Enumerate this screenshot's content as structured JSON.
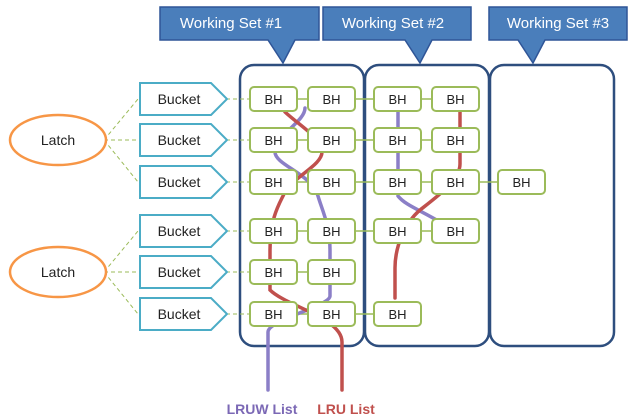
{
  "working_sets": [
    {
      "label": "Working Set #1"
    },
    {
      "label": "Working Set #2"
    },
    {
      "label": "Working Set #3"
    }
  ],
  "latches": [
    {
      "label": "Latch"
    },
    {
      "label": "Latch"
    }
  ],
  "buckets": [
    {
      "label": "Bucket"
    },
    {
      "label": "Bucket"
    },
    {
      "label": "Bucket"
    },
    {
      "label": "Bucket"
    },
    {
      "label": "Bucket"
    },
    {
      "label": "Bucket"
    }
  ],
  "bh_label": "BH",
  "lists": {
    "lruw": {
      "label": "LRUW List",
      "color": "#8b7fc7"
    },
    "lru": {
      "label": "LRU List",
      "color": "#c0504d"
    }
  },
  "colors": {
    "callout_fill": "#4a7ebb",
    "callout_border": "#2f5597",
    "set_border": "#2e4e7e",
    "bucket_border": "#4bacc6",
    "bh_border": "#9bbb59",
    "latch_border": "#f79646",
    "dash": "#9bbb59"
  }
}
